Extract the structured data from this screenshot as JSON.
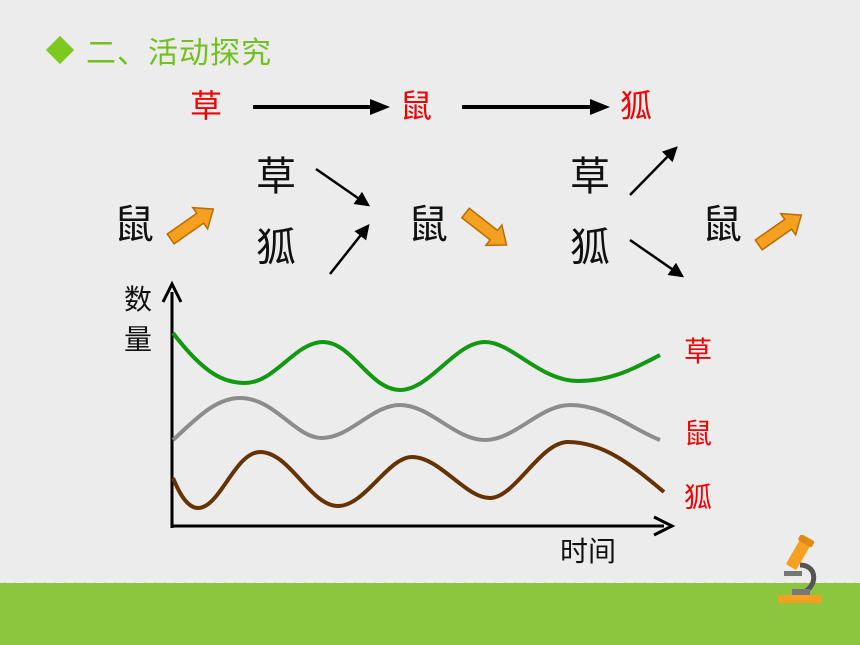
{
  "title": "二、活动探究",
  "chain": {
    "grass": "草",
    "mouse": "鼠",
    "fox": "狐"
  },
  "stages": {
    "s1": {
      "mouse": "鼠"
    },
    "s2": {
      "grass": "草",
      "fox": "狐"
    },
    "s3": {
      "mouse": "鼠"
    },
    "s4": {
      "grass": "草",
      "fox": "狐"
    },
    "s5": {
      "mouse": "鼠"
    }
  },
  "chart": {
    "y_label_1": "数",
    "y_label_2": "量",
    "x_label": "时间",
    "legend": {
      "grass": "草",
      "mouse": "鼠",
      "fox": "狐"
    }
  },
  "colors": {
    "accent": "#7dc91f",
    "red_text": "#ee0000",
    "grass_line": "#119911",
    "mouse_line": "#8c8c8c",
    "fox_line": "#663300",
    "orange_arrow": "#f5a020",
    "ground": "#8cc63f"
  },
  "icons": {
    "corner": "microscope-icon",
    "bullet": "diamond-icon"
  }
}
